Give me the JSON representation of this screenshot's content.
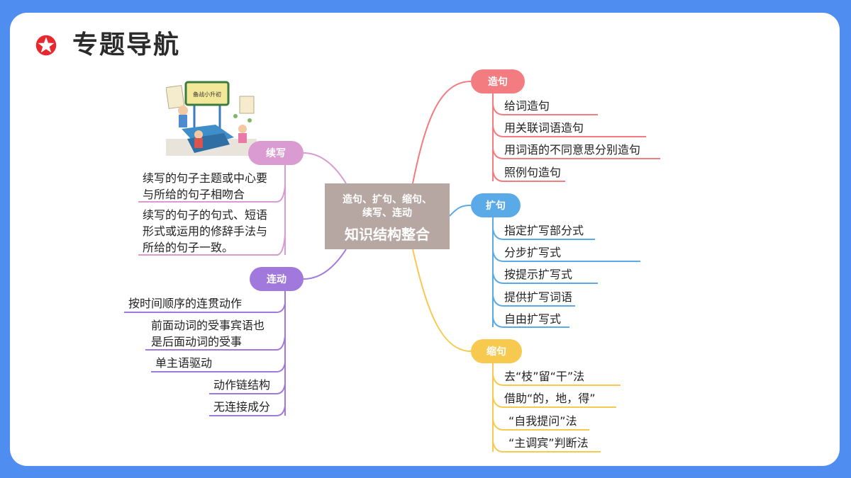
{
  "title": "专题导航",
  "illustration": {
    "sign_text": "备战小升初"
  },
  "center": {
    "subtitle_line1": "造句、扩句、缩句、",
    "subtitle_line2": "续写、连动",
    "title": "知识结构整合"
  },
  "colors": {
    "background": "#4f8ef0",
    "zaoju": "#f27c7f",
    "kuoju": "#5aaae8",
    "suoju": "#f8c94f",
    "xuxie": "#d99bd2",
    "liandong": "#a179dc",
    "center": "#b6a7a3"
  },
  "branches": {
    "zaoju": {
      "label": "造句",
      "items": [
        "给词造句",
        "用关联词语造句",
        "用词语的不同意思分别造句",
        "照例句造句"
      ]
    },
    "kuoju": {
      "label": "扩句",
      "items": [
        "指定扩写部分式",
        "分步扩写式",
        "按提示扩写式",
        "提供扩写词语",
        "自由扩写式"
      ]
    },
    "suoju": {
      "label": "缩句",
      "items": [
        "去“枝”留“干”法",
        "借助“的，地，得”",
        "“自我提问”法",
        "“主调宾”判断法"
      ]
    },
    "xuxie": {
      "label": "续写",
      "items": [
        "续写的句子主题或中心要与所给的句子相吻合",
        "续写的句子的句式、短语形式或运用的修辞手法与所给的句子一致。"
      ]
    },
    "liandong": {
      "label": "连动",
      "items": [
        "按时间顺序的连贯动作",
        "前面动词的受事宾语也是后面动词的受事",
        "单主语驱动",
        "动作链结构",
        "无连接成分"
      ]
    }
  }
}
